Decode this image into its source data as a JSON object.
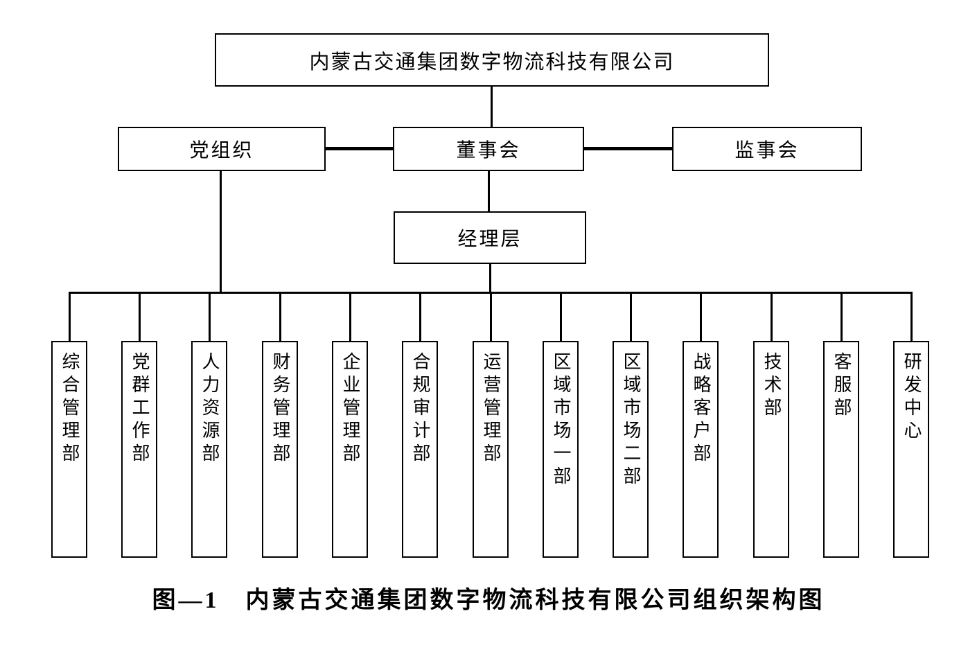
{
  "org": {
    "root": "内蒙古交通集团数字物流科技有限公司",
    "governance": {
      "party": "党组织",
      "board": "董事会",
      "supervisory": "监事会"
    },
    "management": "经理层",
    "departments": [
      "综合管理部",
      "党群工作部",
      "人力资源部",
      "财务管理部",
      "企业管理部",
      "合规审计部",
      "运营管理部",
      "区域市场一部",
      "区域市场二部",
      "战略客户部",
      "技术部",
      "客服部",
      "研发中心"
    ],
    "caption": "图—1　内蒙古交通集团数字物流科技有限公司组织架构图"
  },
  "colors": {
    "line": "#000000",
    "background": "#ffffff"
  }
}
